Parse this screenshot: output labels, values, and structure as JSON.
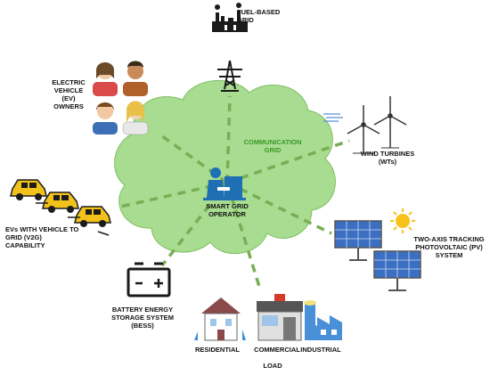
{
  "labels": {
    "fuel_grid": "FUEL-BASED\nGRID",
    "ev_owners": "ELECTRIC\nVEHICLE\n(EV)\nOWNERS",
    "communication_grid": "COMMUNICATION\nGRID",
    "wind_turbines": "WIND TURBINES\n(WTs)",
    "v2g": "EVs WITH VEHICLE TO\nGRID (V2G)\nCAPABILITY",
    "operator": "SMART GRID\nOPERATOR",
    "pv": "TWO-AXIS TRACKING\nPHOTOVOLTAIC (PV)\nSYSTEM",
    "bess": "BATTERY ENERGY\nSTORAGE SYSTEM\n(BESS)",
    "residential": "RESIDENTIAL",
    "commercial": "COMMERCIAL",
    "industrial": "INDUSTRIAL",
    "load": "LOAD"
  },
  "colors": {
    "cloud": "#a8dc90",
    "cloud_edge": "#7fbf63",
    "dash": "#78ae55",
    "comm_text": "#3a9a2a",
    "operator_blue": "#1f6fb5",
    "ev_yellow": "#f2c21a",
    "pv_panel": "#3b6fc2",
    "industrial_blue": "#4a90d9",
    "sun": "#f7c21b"
  },
  "icons": [
    "power-plant-icon",
    "transmission-tower-icon",
    "people-icon",
    "wind-turbine-icon",
    "electric-car-icon",
    "operator-icon",
    "solar-panel-icon",
    "sun-icon",
    "battery-icon",
    "house-icon",
    "store-icon",
    "factory-icon"
  ]
}
